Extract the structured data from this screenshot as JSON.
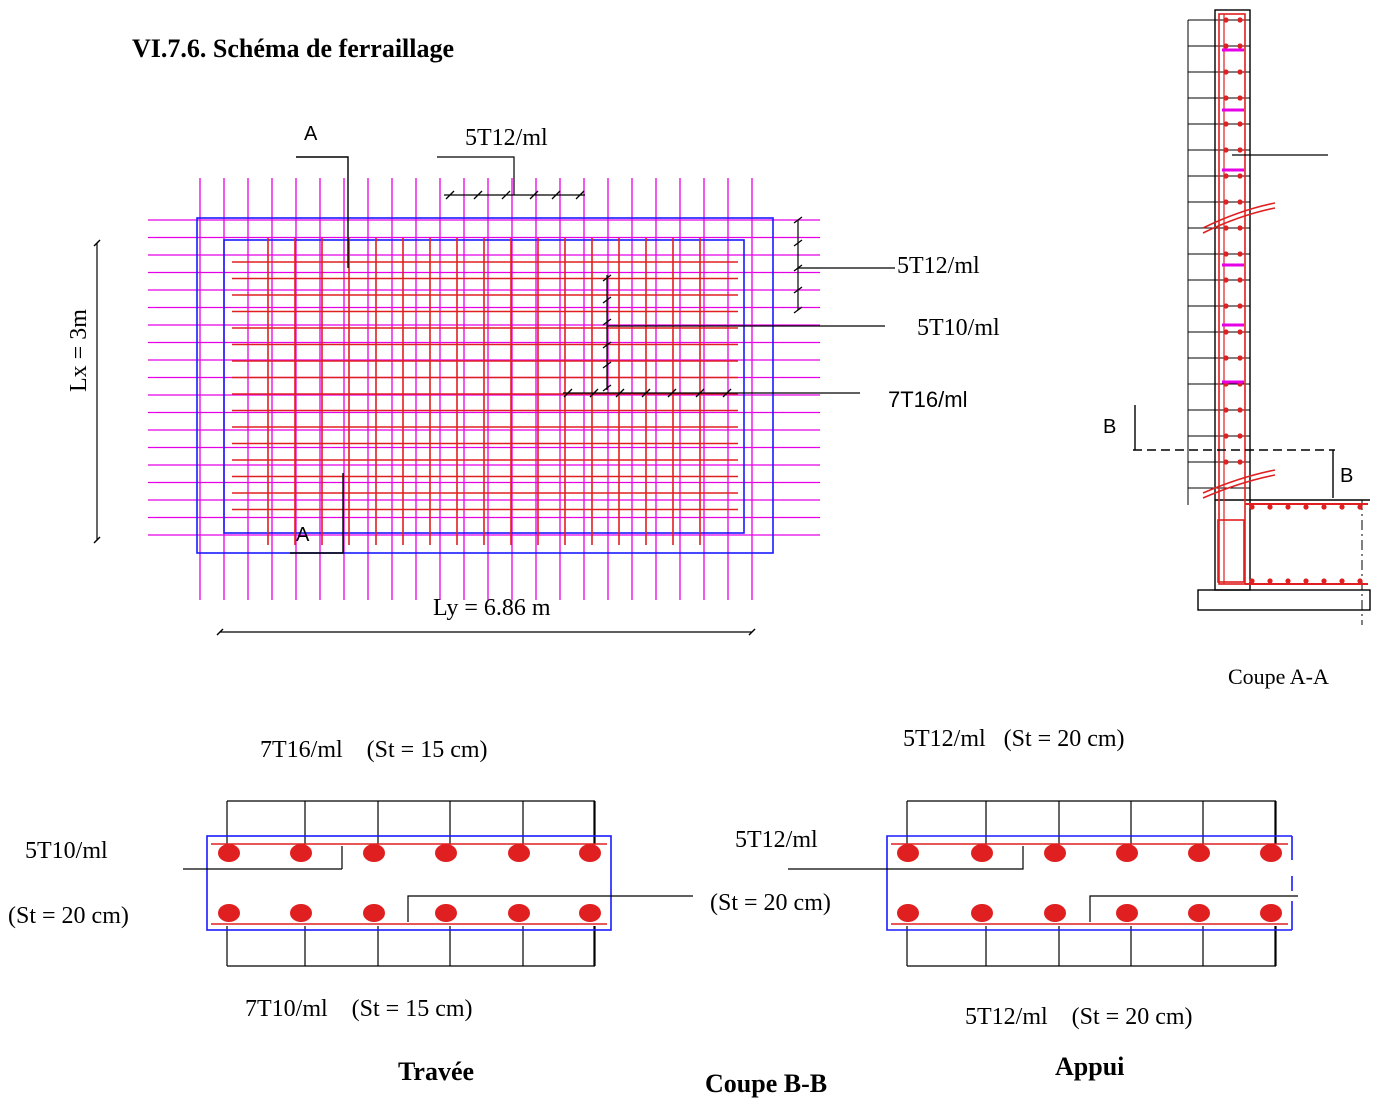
{
  "heading": "VI.7.6. Schéma de ferraillage",
  "plan": {
    "section_marker_top": "A",
    "section_marker_bottom": "A",
    "label_top_bars": "5T12/ml",
    "label_right_bars": "5T12/ml",
    "label_span_bars_vertical": "5T10/ml",
    "label_span_bars_horizontal": "7T16/ml",
    "dimension_lx": "Lx = 3m",
    "dimension_ly": "Ly = 6.86 m",
    "colors": {
      "support_bars": "#e600e6",
      "span_bars": "#e02020",
      "outline": "#1a1aff",
      "leader": "#000000"
    }
  },
  "section_aa": {
    "marker_left": "B",
    "marker_right": "B",
    "caption": "Coupe A-A"
  },
  "section_bb": {
    "caption": "Coupe B-B",
    "travee": {
      "top_label": "7T16/ml    (St = 15 cm)",
      "left_label": "5T10/ml",
      "left_spacing": "(St = 20 cm)",
      "bottom_label": "7T10/ml    (St = 15 cm)",
      "title": "Travée"
    },
    "appui": {
      "top_label": "5T12/ml   (St = 20 cm)",
      "left_label": "5T12/ml",
      "left_spacing": "(St = 20 cm)",
      "bottom_label": "5T12/ml    (St = 20 cm)",
      "title": "Appui"
    }
  }
}
